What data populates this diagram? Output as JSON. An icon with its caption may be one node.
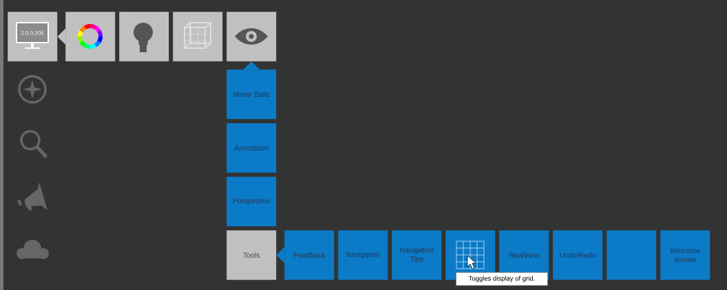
{
  "diagram": {
    "nodes": [
      {
        "text": [],
        "shape": "box"
      },
      {
        "text": [],
        "shape": "box"
      },
      {
        "text": [],
        "shape": "box"
      },
      {
        "text": [],
        "shape": "box"
      },
      {
        "text": [],
        "shape": "box"
      },
      {
        "text": [
          "Mirror Balls"
        ]
      },
      {
        "text": [
          "Annotation"
        ]
      },
      {
        "text": [
          "Perspective"
        ]
      },
      {
        "text": [
          "Tools"
        ]
      },
      {
        "text": [
          "Feedback"
        ]
      },
      {
        "text": [
          "Navigation"
        ]
      },
      {
        "text": [
          "Navigation Tips"
        ]
      },
      {
        "text": [],
        "shape": "box"
      },
      {
        "text": [
          "RealView"
        ]
      },
      {
        "text": [
          "Undo/Redo"
        ]
      },
      {
        "text": [],
        "shape": "box"
      },
      {
        "text": [
          "Welcome screen"
        ]
      },
      {
        "text": [
          "Toggles display of grid."
        ]
      }
    ],
    "edges": [
      {
        "from": 1,
        "to": 0,
        "arrow": "to"
      },
      {
        "from": 5,
        "to": 4,
        "arrow": "to",
        "color": "#0b7bc8"
      },
      {
        "from": 9,
        "to": 8,
        "arrow": "to",
        "color": "#0b7bc8"
      }
    ],
    "labels": [
      "2.0.0.205"
    ]
  }
}
